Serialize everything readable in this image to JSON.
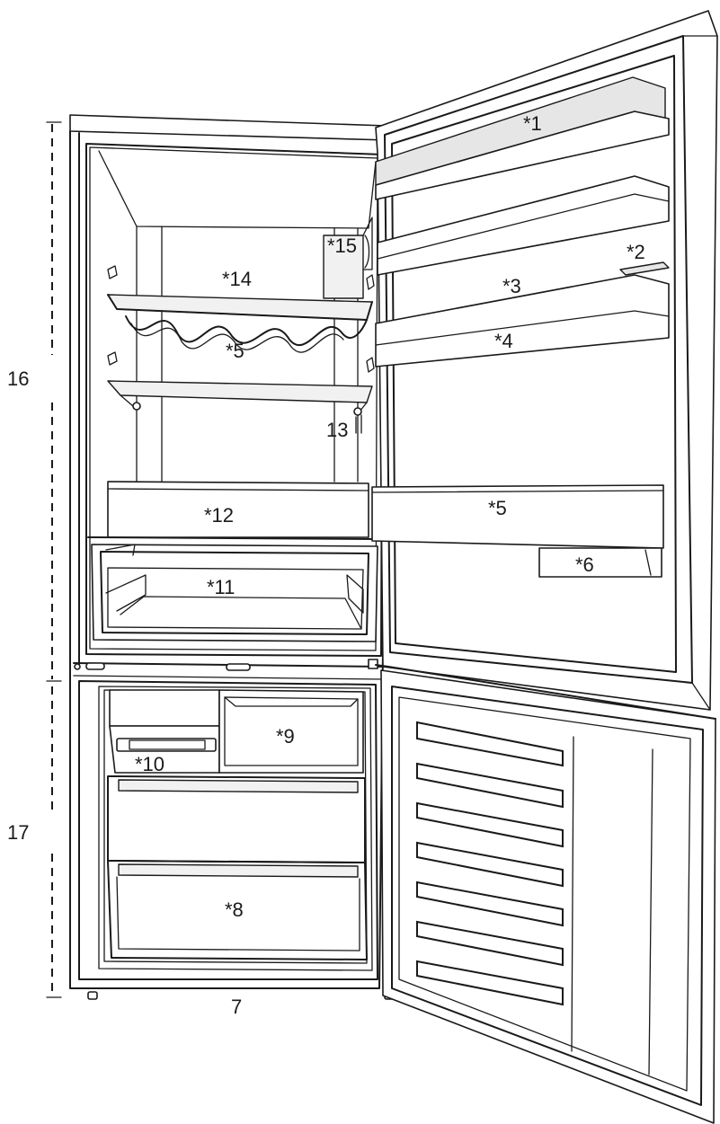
{
  "labels": {
    "door_shelf_top": "*1",
    "egg_tray": "*2",
    "door_shelf_middle": "*3",
    "door_shelf_lower": "*4",
    "bottle_rack": "*5",
    "door_bottle_shelf": "*5",
    "door_small_shelf": "*6",
    "freezer_drawer_bottom": "*8",
    "freezer_drawer_top": "*9",
    "ice_tray": "*10",
    "crisper_drawer": "*11",
    "crisper_cover": "*12",
    "glass_shelf": "13",
    "fridge_cavity": "*14",
    "light_unit": "*15",
    "adjustable_feet": "7",
    "fridge_compartment": "16",
    "freezer_compartment": "17"
  }
}
